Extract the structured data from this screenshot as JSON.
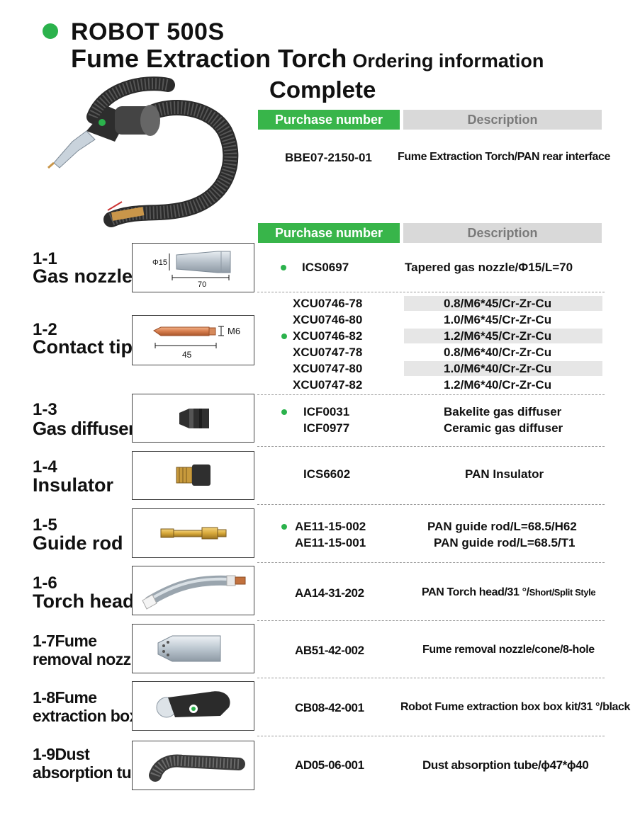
{
  "header": {
    "line1": "ROBOT 500S",
    "line2": "Fume Extraction Torch",
    "line2_suffix": "Ordering information",
    "complete": "Complete"
  },
  "table_headers": {
    "purchase_number": "Purchase number",
    "description": "Description"
  },
  "complete_item": {
    "part": "BBE07-2150-01",
    "desc": "Fume Extraction Torch/PAN rear interface"
  },
  "sections": [
    {
      "num": "1-1",
      "name": "Gas nozzle",
      "rows": [
        {
          "part": "ICS0697",
          "desc": "Tapered gas nozzle/Φ15/L=70",
          "dot": true
        }
      ],
      "dims": {
        "dia": "Φ15",
        "len": "70"
      }
    },
    {
      "num": "1-2",
      "name": "Contact tip",
      "rows": [
        {
          "part": "XCU0746-78",
          "desc": "0.8/M6*45/Cr-Zr-Cu",
          "dot": false
        },
        {
          "part": "XCU0746-80",
          "desc": "1.0/M6*45/Cr-Zr-Cu",
          "dot": false
        },
        {
          "part": "XCU0746-82",
          "desc": "1.2/M6*45/Cr-Zr-Cu",
          "dot": true
        },
        {
          "part": "XCU0747-78",
          "desc": "0.8/M6*40/Cr-Zr-Cu",
          "dot": false
        },
        {
          "part": "XCU0747-80",
          "desc": "1.0/M6*40/Cr-Zr-Cu",
          "dot": false
        },
        {
          "part": "XCU0747-82",
          "desc": "1.2/M6*40/Cr-Zr-Cu",
          "dot": false
        }
      ],
      "dims": {
        "thread": "M6",
        "len": "45"
      }
    },
    {
      "num": "1-3",
      "name": "Gas diffuser",
      "rows": [
        {
          "part": "ICF0031",
          "desc": "Bakelite gas diffuser",
          "dot": true
        },
        {
          "part": "ICF0977",
          "desc": "Ceramic gas diffuser",
          "dot": false
        }
      ]
    },
    {
      "num": "1-4",
      "name": "Insulator",
      "rows": [
        {
          "part": "ICS6602",
          "desc": "PAN Insulator",
          "dot": false
        }
      ]
    },
    {
      "num": "1-5",
      "name": "Guide rod",
      "rows": [
        {
          "part": "AE11-15-002",
          "desc": "PAN guide rod/L=68.5/H62",
          "dot": true
        },
        {
          "part": "AE11-15-001",
          "desc": "PAN guide rod/L=68.5/T1",
          "dot": false
        }
      ]
    },
    {
      "num": "1-6",
      "name": "Torch head",
      "rows": [
        {
          "part": "AA14-31-202",
          "desc_main": "PAN Torch head/31 °/",
          "desc_small": "Short/Split Style",
          "dot": false
        }
      ]
    },
    {
      "num": "1-7Fume",
      "name": "removal nozzle",
      "rows": [
        {
          "part": "AB51-42-002",
          "desc": "Fume removal nozzle/cone/8-hole",
          "dot": false
        }
      ]
    },
    {
      "num": "1-8Fume",
      "name": "extraction box",
      "rows": [
        {
          "part": "CB08-42-001",
          "desc": "Robot Fume extraction box box kit/31 °/black",
          "dot": false
        }
      ]
    },
    {
      "num": "1-9Dust",
      "name": "absorption tube",
      "rows": [
        {
          "part": "AD05-06-001",
          "desc": "Dust absorption tube/ϕ47*ϕ40",
          "dot": false
        }
      ]
    }
  ],
  "colors": {
    "accent_green": "#38b54a",
    "header_grey": "#d9d9d9",
    "desc_grey_text": "#7a7a7a"
  }
}
